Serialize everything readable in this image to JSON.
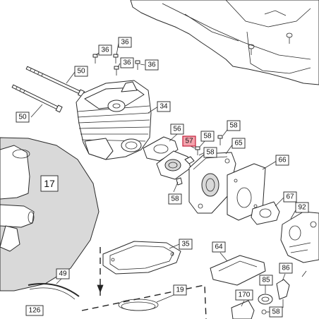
{
  "diagram": {
    "callouts": [
      {
        "id": "c36a",
        "label": "36"
      },
      {
        "id": "c36b",
        "label": "36"
      },
      {
        "id": "c36c",
        "label": "36"
      },
      {
        "id": "c36d",
        "label": "36"
      },
      {
        "id": "c50a",
        "label": "50"
      },
      {
        "id": "c50b",
        "label": "50"
      },
      {
        "id": "c34",
        "label": "34"
      },
      {
        "id": "c56",
        "label": "56"
      },
      {
        "id": "c58a",
        "label": "58"
      },
      {
        "id": "c58b",
        "label": "58"
      },
      {
        "id": "c57",
        "label": "57",
        "highlighted": true
      },
      {
        "id": "c58c",
        "label": "58"
      },
      {
        "id": "c65",
        "label": "65"
      },
      {
        "id": "c66",
        "label": "66"
      },
      {
        "id": "c17",
        "label": "17"
      },
      {
        "id": "c58d",
        "label": "58"
      },
      {
        "id": "c67",
        "label": "67"
      },
      {
        "id": "c92",
        "label": "92"
      },
      {
        "id": "c35",
        "label": "35"
      },
      {
        "id": "c64",
        "label": "64"
      },
      {
        "id": "c86",
        "label": "86"
      },
      {
        "id": "c49",
        "label": "49"
      },
      {
        "id": "c85",
        "label": "85"
      },
      {
        "id": "c19",
        "label": "19"
      },
      {
        "id": "c170",
        "label": "170"
      },
      {
        "id": "c58e",
        "label": "58"
      },
      {
        "id": "c126",
        "label": "126"
      }
    ],
    "highlight_color": "#f4a3ad"
  }
}
